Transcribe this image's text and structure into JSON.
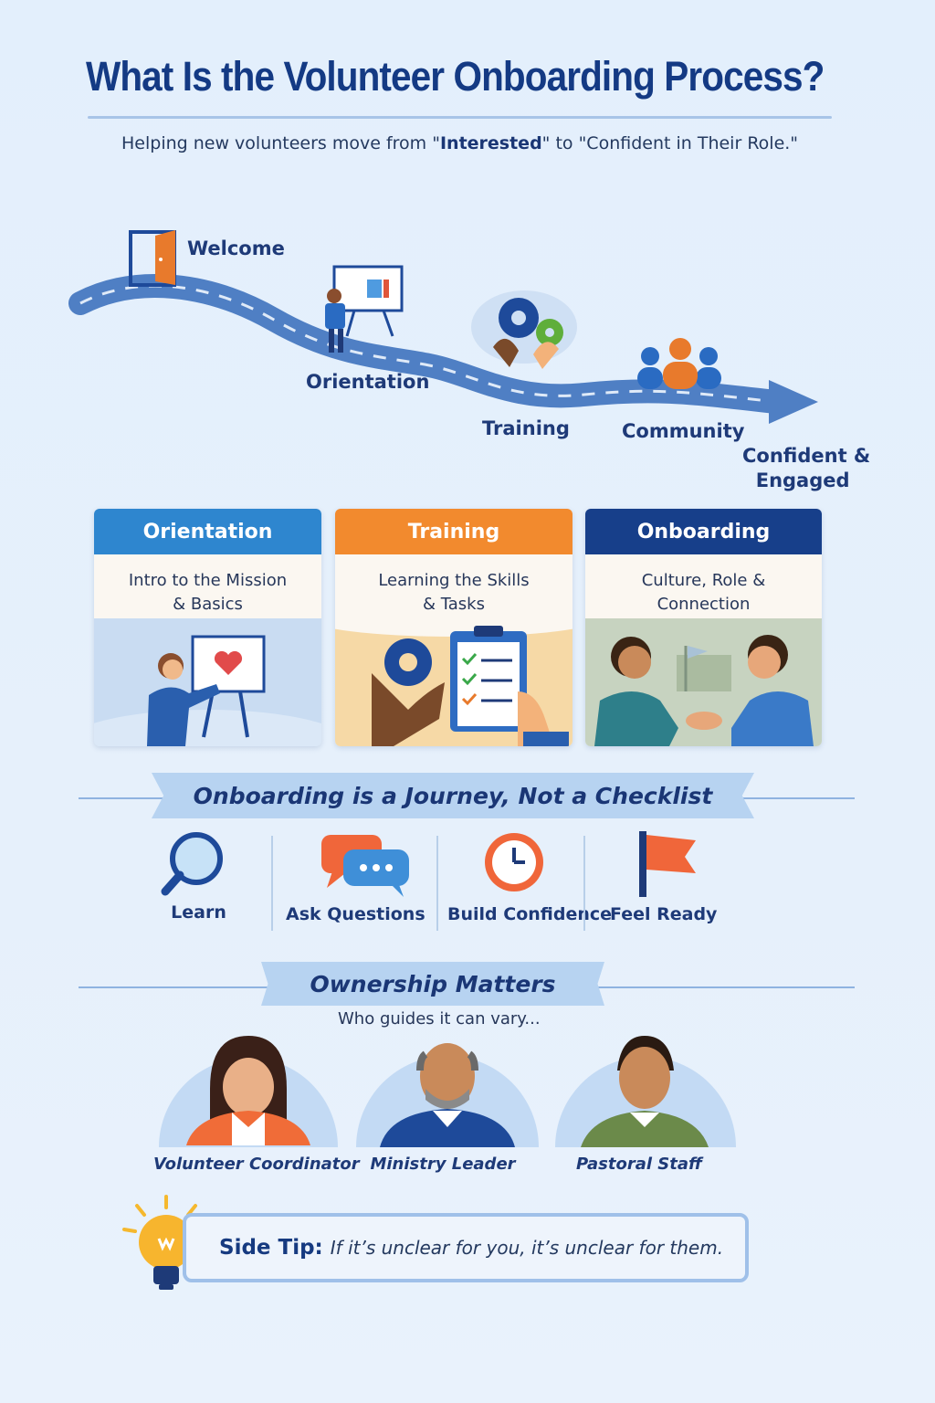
{
  "header": {
    "title": "What Is the Volunteer Onboarding Process?",
    "subtitle_pre": "Helping new volunteers move from \"",
    "subtitle_bold": "Interested",
    "subtitle_post": "\" to \"Confident in Their Role.\""
  },
  "journey": {
    "stages": [
      "Welcome",
      "Orientation",
      "Training",
      "Community"
    ],
    "end_line1": "Confident &",
    "end_line2": "Engaged"
  },
  "cards": [
    {
      "title": "Orientation",
      "text": "Intro to the Mission\n& Basics",
      "color": "#2e86cf"
    },
    {
      "title": "Training",
      "text": "Learning the Skills\n& Tasks",
      "color": "#f28a2e"
    },
    {
      "title": "Onboarding",
      "text": "Culture, Role &\nConnection",
      "color": "#173f8a"
    }
  ],
  "journey_banner": "Onboarding is a Journey, Not a Checklist",
  "steps": [
    "Learn",
    "Ask Questions",
    "Build Confidence",
    "Feel Ready"
  ],
  "ownership": {
    "title": "Ownership Matters",
    "subtitle": "Who guides it can vary...",
    "people": [
      "Volunteer Coordinator",
      "Ministry Leader",
      "Pastoral Staff"
    ]
  },
  "tip": {
    "label": "Side Tip:",
    "text": "If it’s unclear for you, it’s unclear for them."
  },
  "colors": {
    "navy": "#143a84",
    "blue": "#2e86cf",
    "orange": "#f28a2e",
    "road": "#4f7fc4"
  }
}
